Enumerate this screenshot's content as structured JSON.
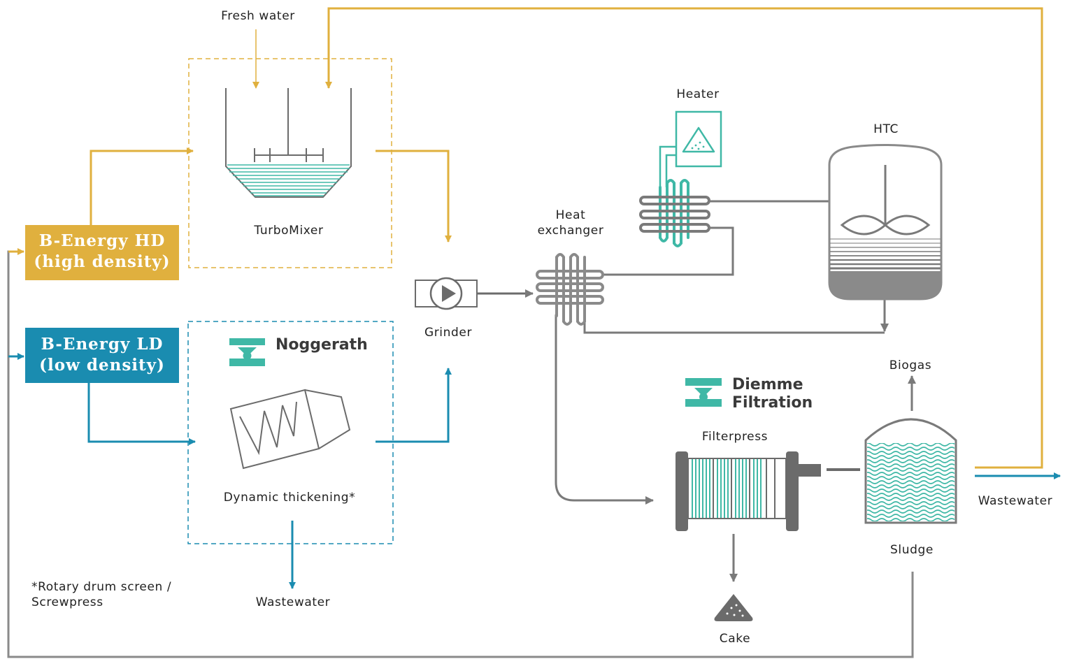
{
  "colors": {
    "gold": "#e0b03e",
    "blue": "#1a8cb0",
    "teal": "#3fb8a6",
    "grey": "#8a8a8a",
    "dark": "#6b6b6b"
  },
  "inputs": {
    "hd": {
      "line1": "B-Energy HD",
      "line2": "(high density)"
    },
    "ld": {
      "line1": "B-Energy LD",
      "line2": "(low density)"
    }
  },
  "labels": {
    "fresh_water": "Fresh water",
    "turbomixer": "TurboMixer",
    "dynamic_thickening": "Dynamic thickening*",
    "wastewater_left": "Wastewater",
    "footnote_line1": "*Rotary drum screen /",
    "footnote_line2": "Screwpress",
    "grinder": "Grinder",
    "heat_exchanger_line1": "Heat",
    "heat_exchanger_line2": "exchanger",
    "heater": "Heater",
    "htc": "HTC",
    "filterpress": "Filterpress",
    "cake": "Cake",
    "biogas": "Biogas",
    "sludge": "Sludge",
    "wastewater_right": "Wastewater"
  },
  "brands": {
    "noggerath": "Noggerath",
    "diemme_line1": "Diemme",
    "diemme_line2": "Filtration"
  },
  "icons": {
    "grinder": "pump-icon",
    "heat_exchanger": "heat-exchanger-icon",
    "heater": "heater-icon",
    "htc": "reactor-tank-icon",
    "filterpress": "filterpress-icon",
    "sludge": "digester-tank-icon",
    "cake": "cake-pile-icon"
  }
}
